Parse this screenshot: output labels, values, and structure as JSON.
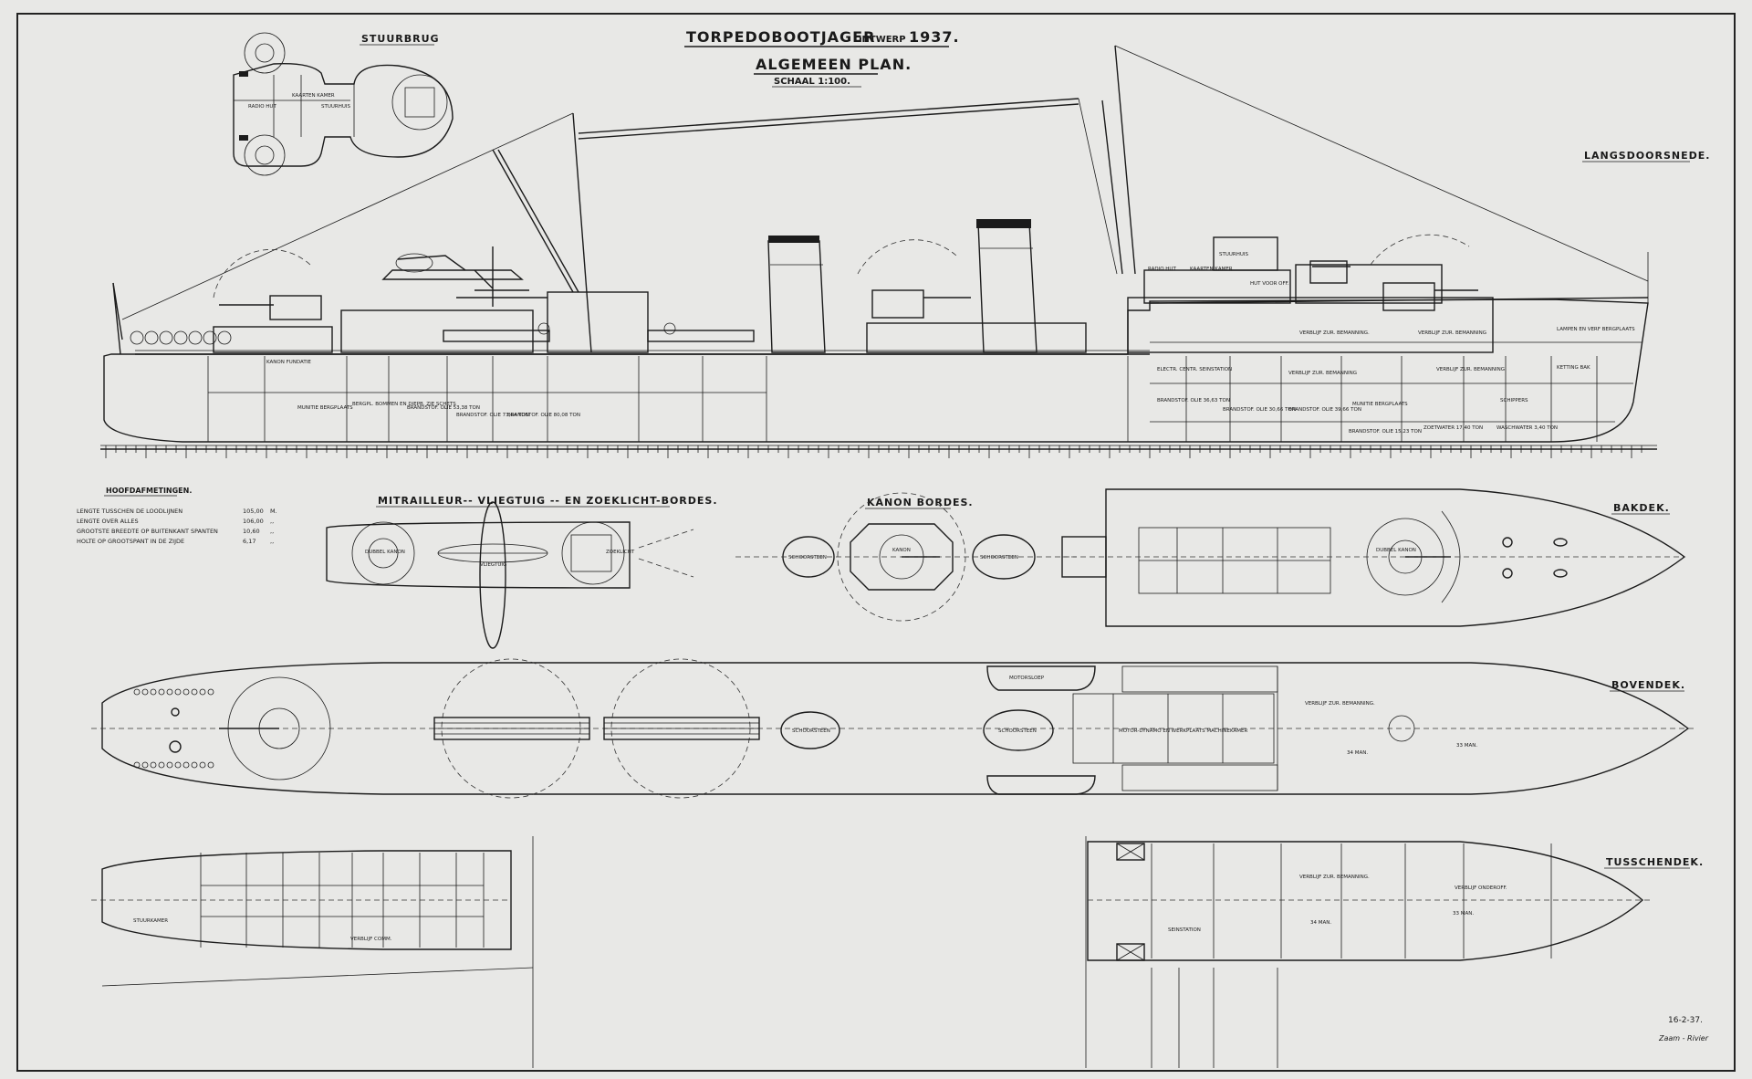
{
  "title": {
    "main": "TORPEDOBOOTJAGER",
    "ontwerp": "ONTWERP",
    "year": "1937.",
    "plan": "ALGEMEEN PLAN.",
    "scale": "SCHAAL 1:100."
  },
  "sections": {
    "stuurbrug": "STUURBRUG",
    "langsdoorsnede": "LANGSDOORSNEDE.",
    "bakdek": "BAKDEK.",
    "bovendek": "BOVENDEK.",
    "tusschendek": "TUSSCHENDEK.",
    "mitrailleur": "MITRAILLEUR-- VLIEGTUIG -- EN ZOEKLICHT-BORDES.",
    "kanon_bordes": "KANON BORDES."
  },
  "main_dimensions": {
    "heading": "HOOFDAFMETINGEN.",
    "rows": [
      {
        "label": "LENGTE TUSSCHEN DE LOODLIJNEN",
        "value": "105,00",
        "unit": "M."
      },
      {
        "label": "LENGTE OVER ALLES",
        "value": "106,00",
        "unit": ",,"
      },
      {
        "label": "GROOTSTE BREEDTE OP BUITENKANT SPANTEN",
        "value": "10,60",
        "unit": ",,"
      },
      {
        "label": "HOLTE OP GROOTSPANT IN DE ZIJDE",
        "value": "6,17",
        "unit": ",,"
      }
    ]
  },
  "profile_labels": {
    "kanon_fundatie": "KANON FUNDATIE",
    "munitie_bergplaats": "MUNITIE BERGPLAATS",
    "bergpl_bommen": "BERGPL. BOMMEN EN DIEPB. ZIE SCHETS",
    "brandstof_1": "BRANDSTOF. OLIE 53,38 TON",
    "brandstof_2": "BRANDSTOF. OLIE 73,64 TON",
    "brandstof_3": "BRANDSTOF. OLIE 80,08 TON",
    "brandstof_4": "BRANDSTOF. OLIE 36,63 TON",
    "brandstof_5": "BRANDSTOF. OLIE 30,66 TON",
    "brandstof_6": "BRANDSTOF. OLIE 39,66 TON",
    "brandstof_7": "BRANDSTOF. OLIE 15,23 TON",
    "electr_centr": "ELECTR. CENTR. SEINSTATION",
    "verblijf_1": "VERBLIJF ZUR. BEMANNING.",
    "verblijf_2": "VERBLIJF ZUR. BEMANNING",
    "verblijf_3": "VERBLIJF ZUR. BEMANNING",
    "verblijf_4": "VERBLIJF ZUR. BEMANNING",
    "munitie_2": "MUNITIE BERGPLAATS",
    "ketting": "KETTING BAK",
    "zoetwater": "ZOETWATER 17,40 TON",
    "waschwater": "WASCHWATER 3,40 TON",
    "schippers": "SCHIPPERS",
    "lampen": "LAMPEN EN VERF BERGPLAATS",
    "radiohut": "RADIO HUT",
    "kaartenkamer": "KAARTEN KAMER",
    "stuurhuis": "STUURHUIS",
    "hut_voor_off": "HUT VOOR OFF."
  },
  "plan_labels": {
    "schoorsteen": "SCHOORSTEEN",
    "zoeklicht": "ZOEKLICHT",
    "vliegtuig": "VLIEGTUIG",
    "kanon": "KANON",
    "dubbel_kanon": "DUBBEL KANON",
    "motorsloep": "MOTORSLOEP",
    "verblijf_34": "34 MAN.",
    "verblijf_33": "33 MAN.",
    "machinekamer": "MOTOR-DYNAMO EN WERKPLAATS MACHINEKAMER",
    "stuurkamer": "STUURKAMER",
    "verblijf_comm": "VERBLIJF COMM.",
    "seinstation": "SEINSTATION",
    "verblijf_bemanning": "VERBLIJF ZUR. BEMANNING.",
    "verblijf_onderoff": "VERBLIJF ONDEROFF."
  },
  "date": "16-2-37.",
  "signature": "Zaam - Rivier"
}
